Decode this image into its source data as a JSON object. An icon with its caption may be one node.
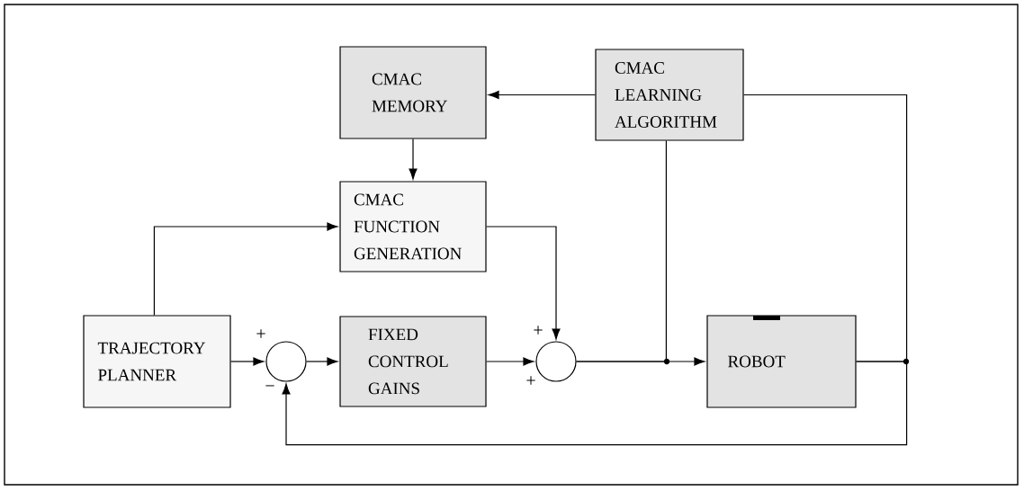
{
  "diagram": {
    "nodes": [
      {
        "text": [
          "CMAC MEMORY"
        ]
      },
      {
        "text": [
          "CMAC LEARNING ALGORITHM"
        ]
      },
      {
        "text": [
          "CMAC FUNCTION GENERATION"
        ]
      },
      {
        "text": [
          "TRAJECTORY PLANNER"
        ]
      },
      {
        "text": [],
        "shape": "circle"
      },
      {
        "text": [
          "FIXED CONTROL GAINS"
        ]
      },
      {
        "text": [],
        "shape": "circle"
      },
      {
        "text": [
          "ROBOT"
        ]
      }
    ],
    "edges": [
      {
        "from": 1,
        "to": 0,
        "arrow": "to"
      },
      {
        "from": 0,
        "to": 2,
        "arrow": "to"
      },
      {
        "from": 3,
        "to": 2,
        "arrow": "to"
      },
      {
        "from": 2,
        "to": 6,
        "arrow": "to",
        "label": "+"
      },
      {
        "from": 3,
        "to": 4,
        "arrow": "to",
        "label": "+"
      },
      {
        "from": 4,
        "to": 5,
        "arrow": "to"
      },
      {
        "from": 5,
        "to": 6,
        "arrow": "to",
        "label": "+"
      },
      {
        "from": 6,
        "to": 7,
        "arrow": "to"
      },
      {
        "from": 6,
        "to": 1,
        "arrow": "none"
      },
      {
        "from": 7,
        "to": 1,
        "arrow": "none"
      },
      {
        "from": 7,
        "to": 4,
        "arrow": "to",
        "label": "−"
      }
    ]
  }
}
